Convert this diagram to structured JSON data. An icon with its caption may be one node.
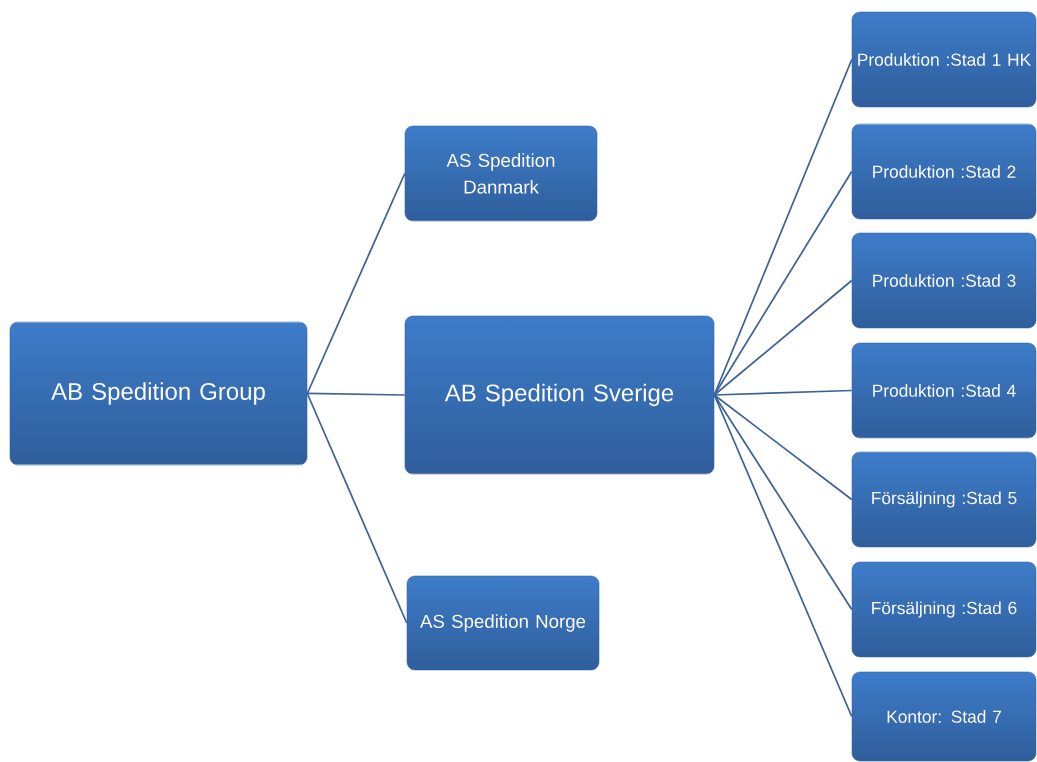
{
  "diagram": {
    "nodes": [
      {
        "text": [
          "AB Spedition Group"
        ]
      },
      {
        "text": [
          "AS Spedition Danmark"
        ]
      },
      {
        "text": [
          "AB Spedition Sverige"
        ]
      },
      {
        "text": [
          "AS Spedition Norge"
        ]
      },
      {
        "text": [
          "Produktion :Stad 1 HK"
        ]
      },
      {
        "text": [
          "Produktion :Stad 2"
        ]
      },
      {
        "text": [
          "Produktion :Stad 3"
        ]
      },
      {
        "text": [
          "Produktion :Stad 4"
        ]
      },
      {
        "text": [
          "Försäljning :Stad 5"
        ]
      },
      {
        "text": [
          "Försäljning :Stad 6"
        ]
      },
      {
        "text": [
          "Kontor: Stad 7"
        ]
      }
    ],
    "edges": [
      {
        "from": 0,
        "to": 1,
        "arrow": "none"
      },
      {
        "from": 0,
        "to": 2,
        "arrow": "none"
      },
      {
        "from": 0,
        "to": 3,
        "arrow": "none"
      },
      {
        "from": 2,
        "to": 4,
        "arrow": "none"
      },
      {
        "from": 2,
        "to": 5,
        "arrow": "none"
      },
      {
        "from": 2,
        "to": 6,
        "arrow": "none"
      },
      {
        "from": 2,
        "to": 7,
        "arrow": "none"
      },
      {
        "from": 2,
        "to": 8,
        "arrow": "none"
      },
      {
        "from": 2,
        "to": 9,
        "arrow": "none"
      },
      {
        "from": 2,
        "to": 10,
        "arrow": "none"
      }
    ]
  }
}
